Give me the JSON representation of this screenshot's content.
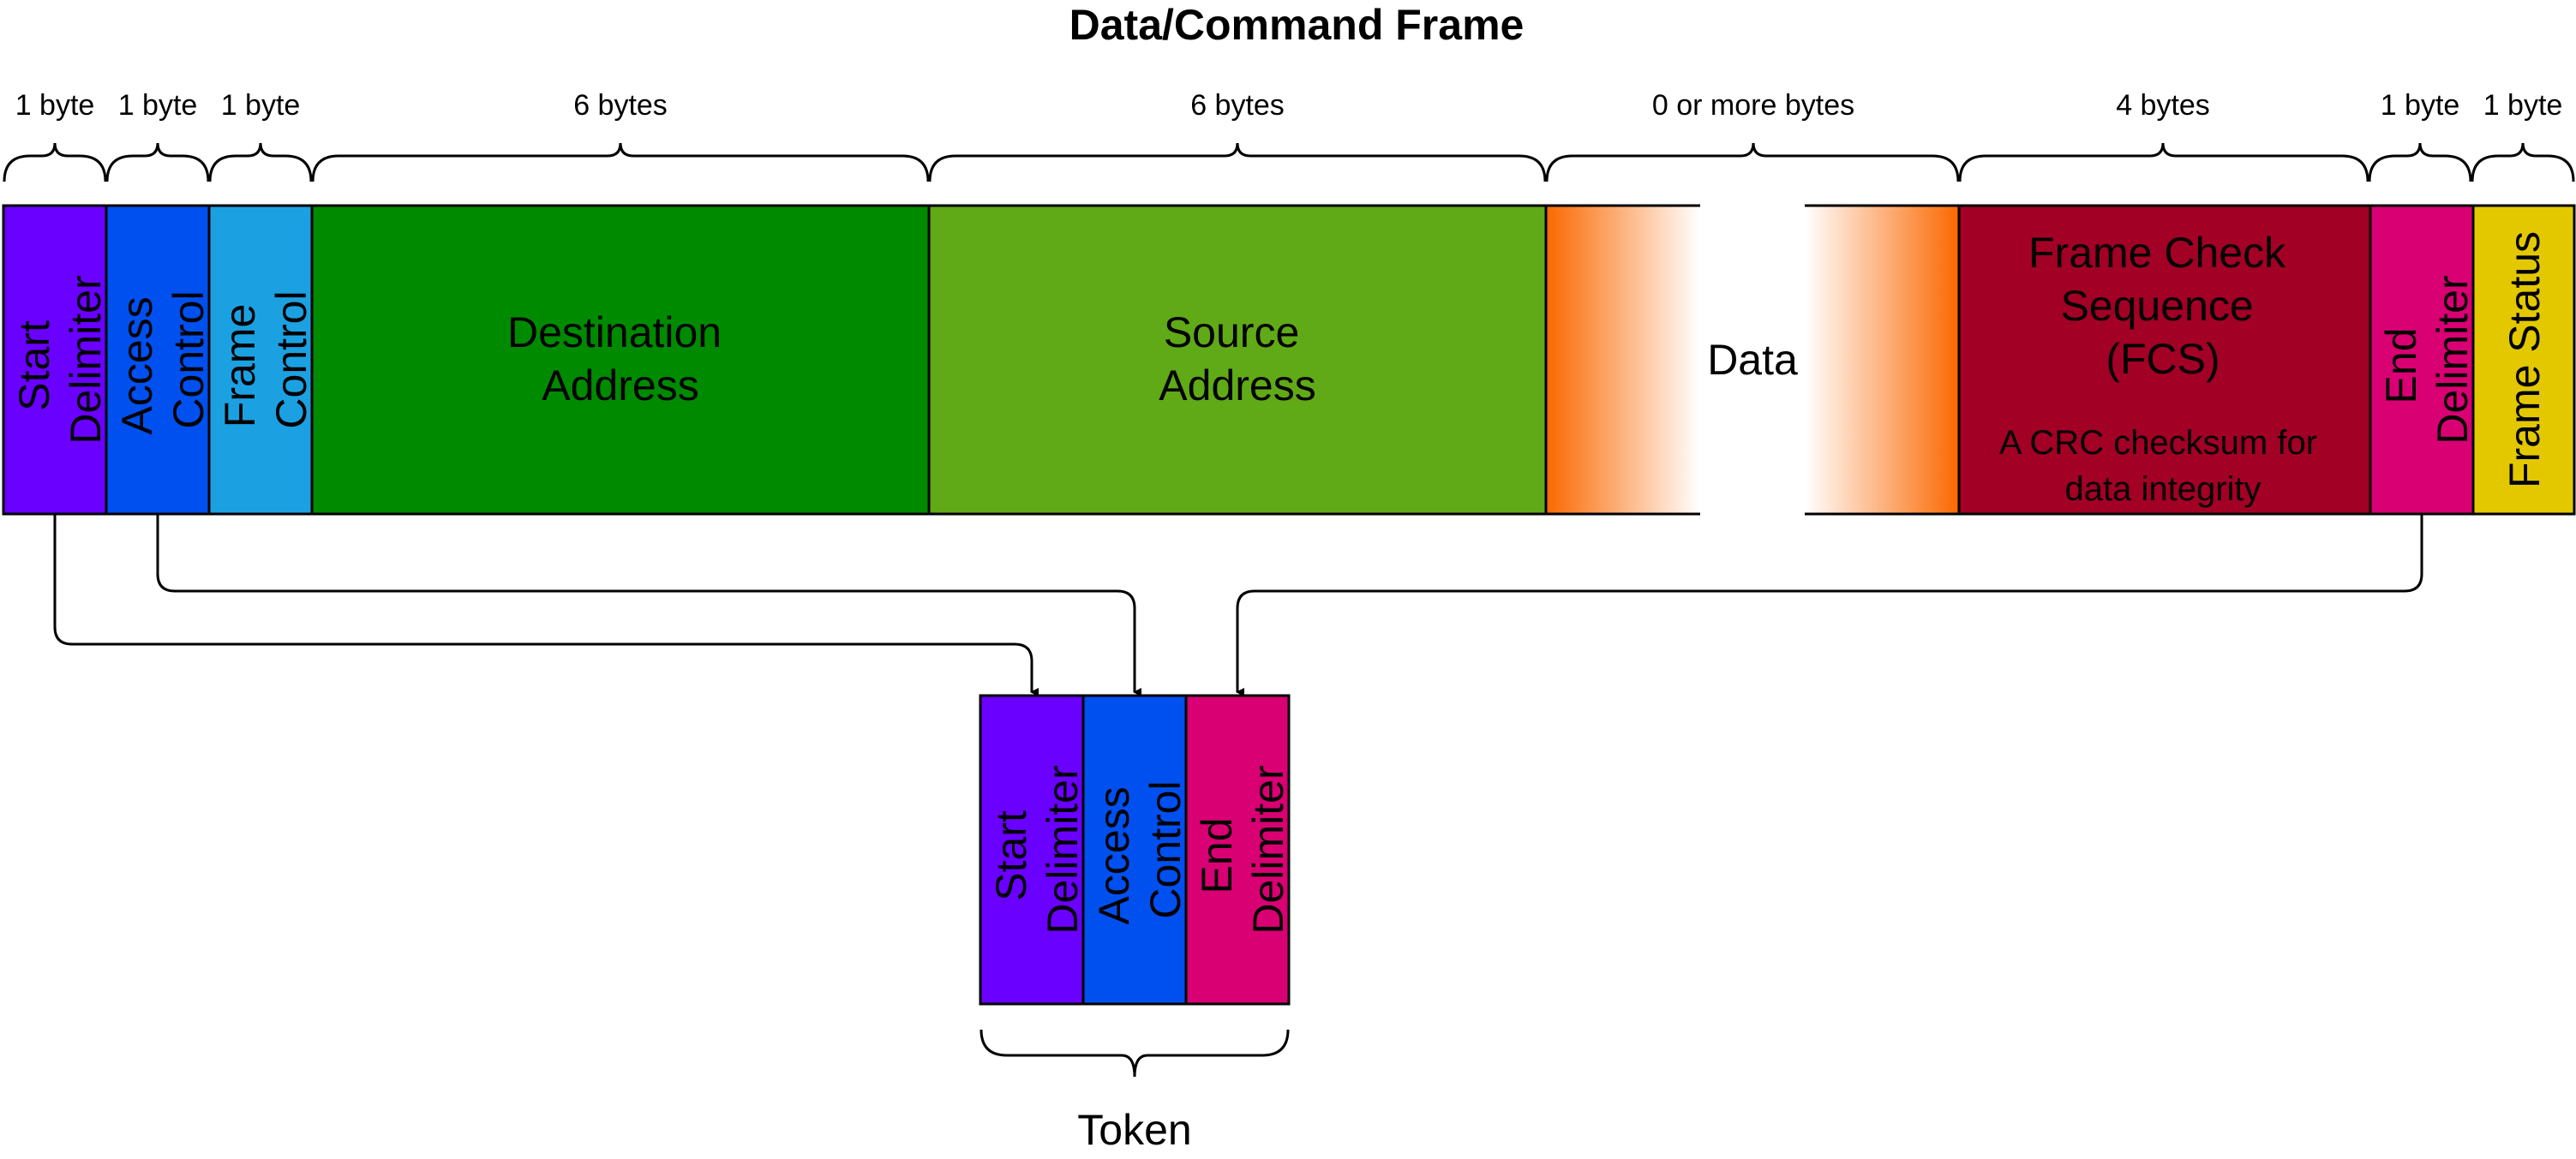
{
  "title": "Data/Command Frame",
  "frame": {
    "start_delimiter": {
      "line1": "Start",
      "line2": "Delimiter",
      "size": "1 byte",
      "color": "#6a00ff"
    },
    "access_control": {
      "line1": "Access",
      "line2": "Control",
      "size": "1 byte",
      "color": "#0050ef"
    },
    "frame_control": {
      "line1": "Frame",
      "line2": "Control",
      "size": "1 byte",
      "color": "#1ba1e2"
    },
    "destination_address": {
      "line1": "Destination",
      "line2": "Address",
      "size": "6 bytes",
      "color": "#008a00"
    },
    "source_address": {
      "line1": "Source",
      "line2": "Address",
      "size": "6 bytes",
      "color": "#60a917"
    },
    "data": {
      "label": "Data",
      "size": "0 or more bytes",
      "color": "#fa6800"
    },
    "fcs": {
      "line1": "Frame Check",
      "line2": "Sequence",
      "line3": "(FCS)",
      "desc1": "A CRC checksum for",
      "desc2": "data integrity",
      "size": "4 bytes",
      "color": "#a20025"
    },
    "end_delimiter": {
      "line1": "End",
      "line2": "Delimiter",
      "size": "1 byte",
      "color": "#d80073"
    },
    "frame_status": {
      "label": "Frame Status",
      "size": "1 byte",
      "color": "#e3c800"
    }
  },
  "token": {
    "label": "Token",
    "start_delimiter": {
      "line1": "Start",
      "line2": "Delimiter"
    },
    "access_control": {
      "line1": "Access",
      "line2": "Control"
    },
    "end_delimiter": {
      "line1": "End",
      "line2": "Delimiter"
    }
  }
}
